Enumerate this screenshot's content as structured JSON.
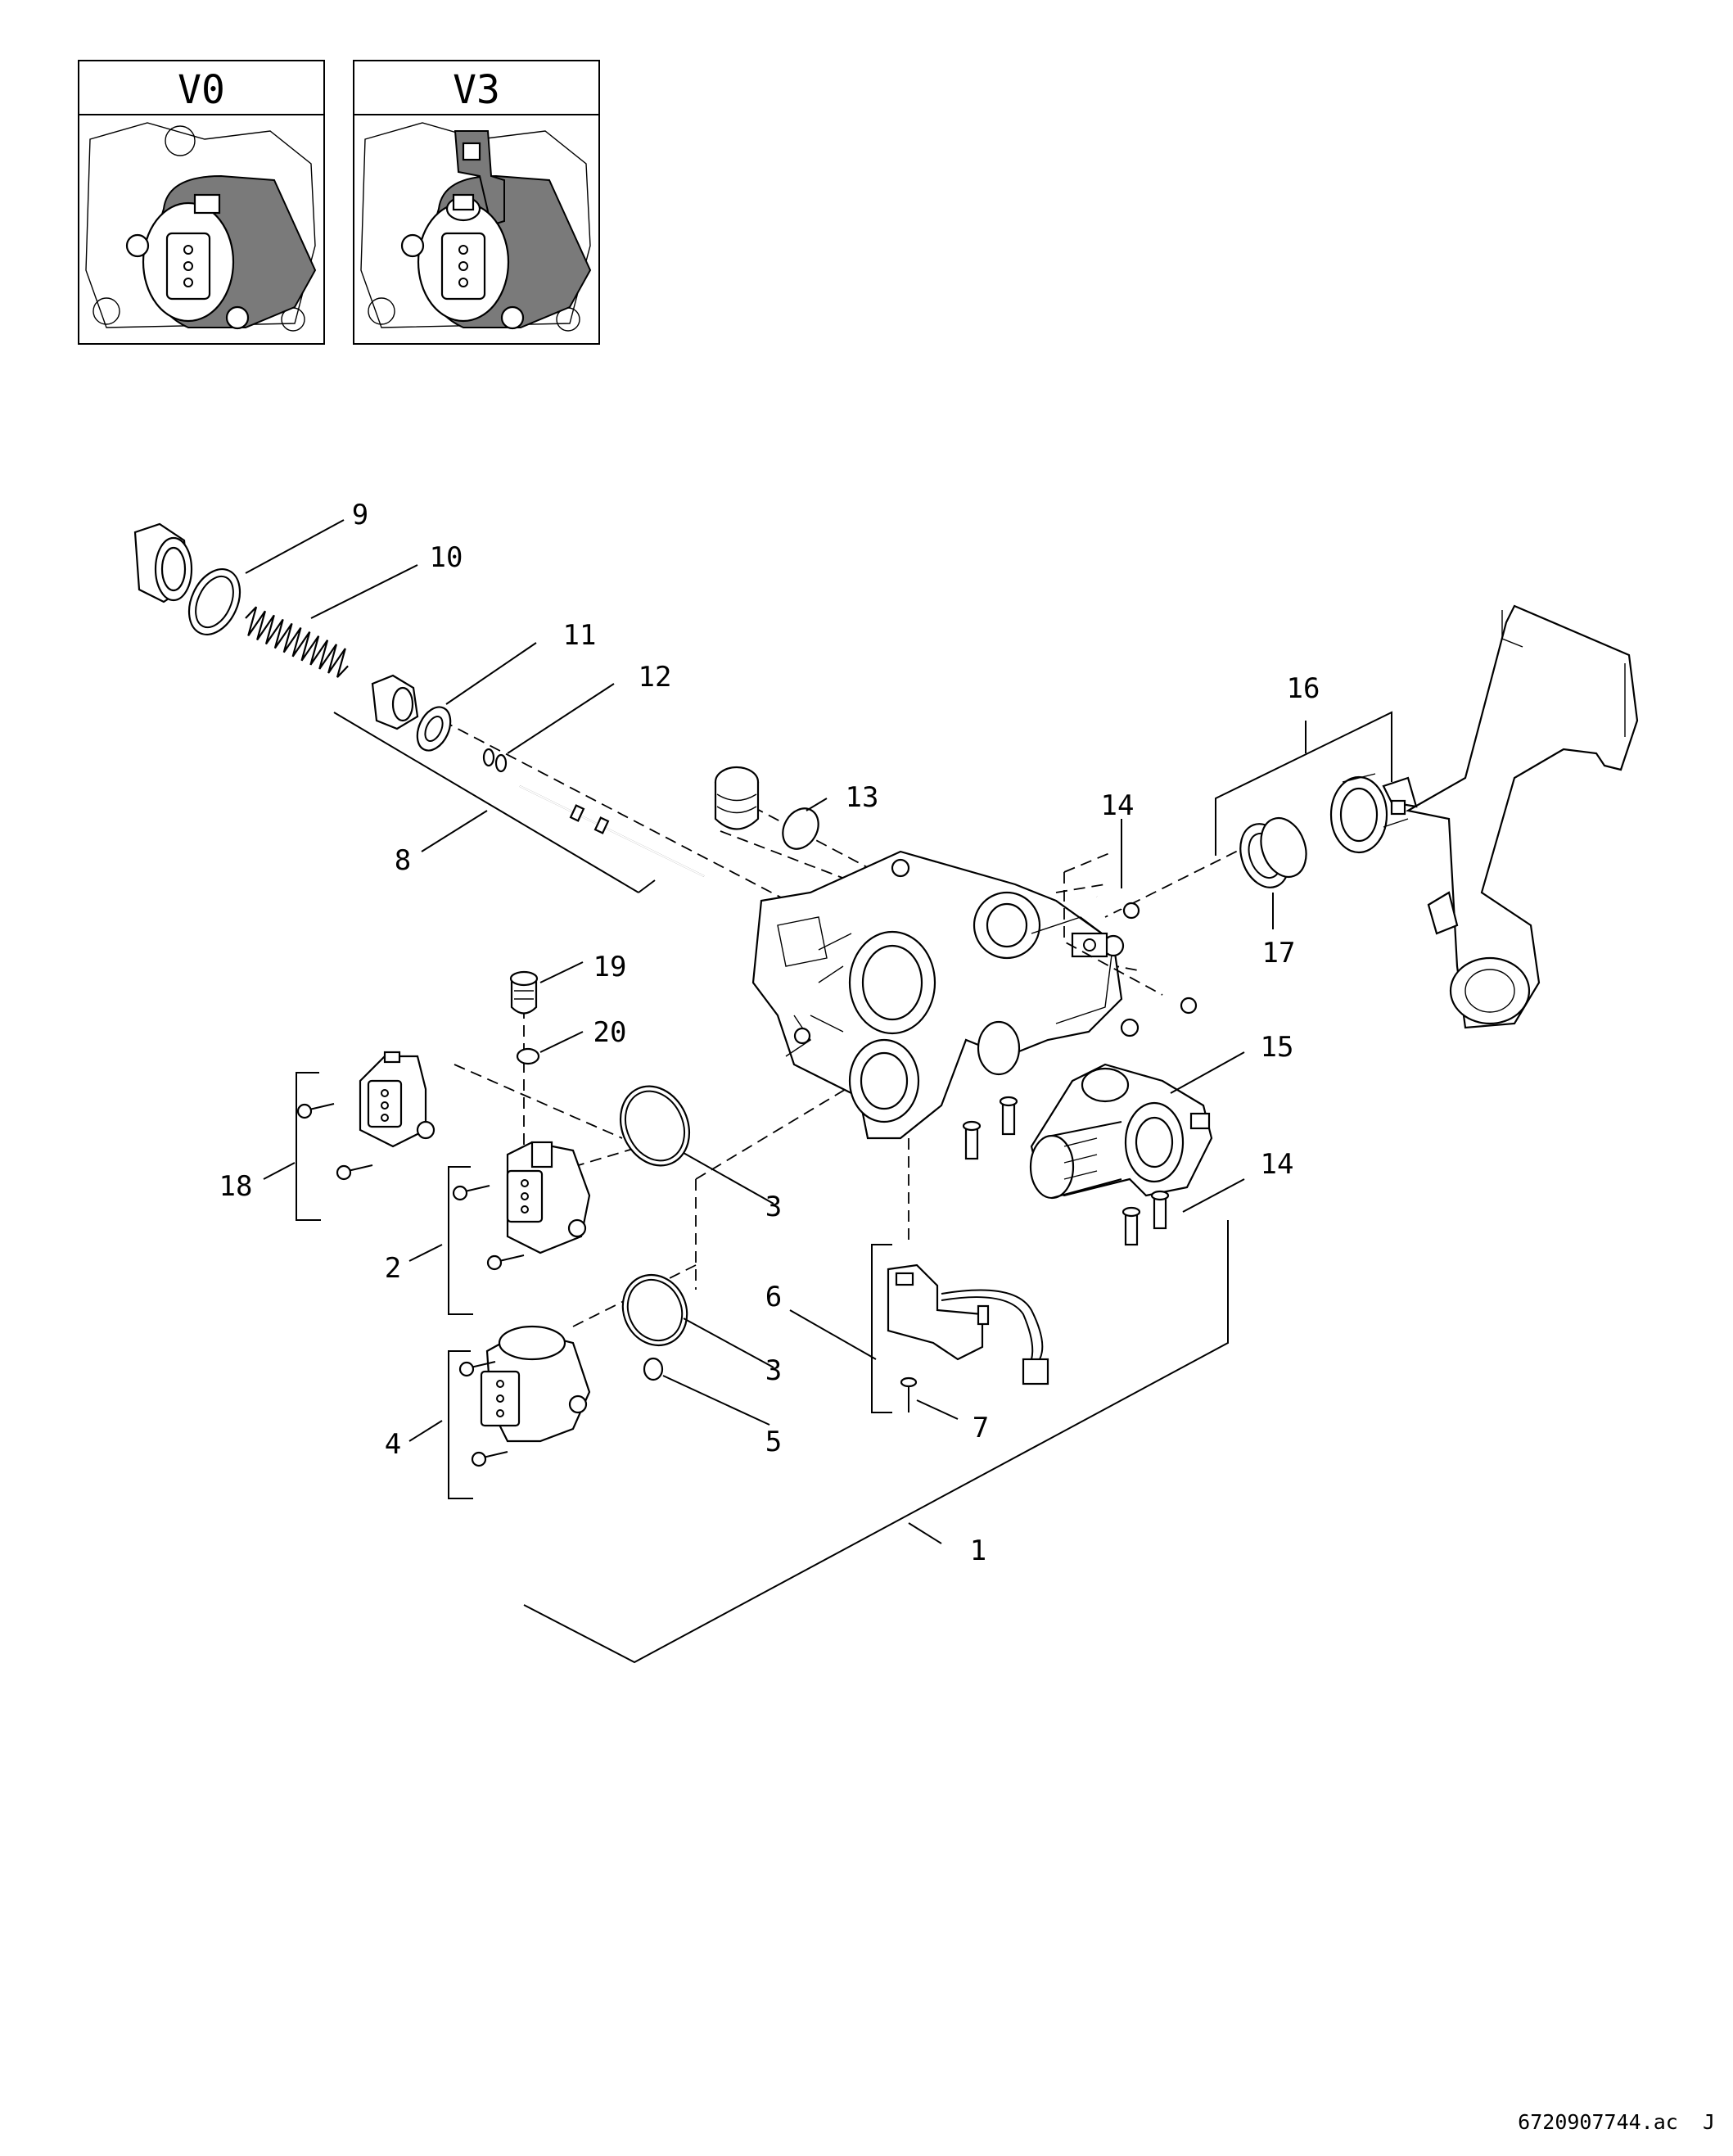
{
  "variants": [
    {
      "label": "V0"
    },
    {
      "label": "V3"
    }
  ],
  "callouts": [
    "1",
    "2",
    "3",
    "3",
    "4",
    "5",
    "6",
    "7",
    "8",
    "9",
    "10",
    "11",
    "12",
    "13",
    "14",
    "14",
    "15",
    "16",
    "17",
    "18",
    "19",
    "20"
  ],
  "drawing_ref": "6720907744.ac  J",
  "colors": {
    "line": "#000000",
    "shade": "#7a7a7a",
    "background": "#ffffff"
  }
}
